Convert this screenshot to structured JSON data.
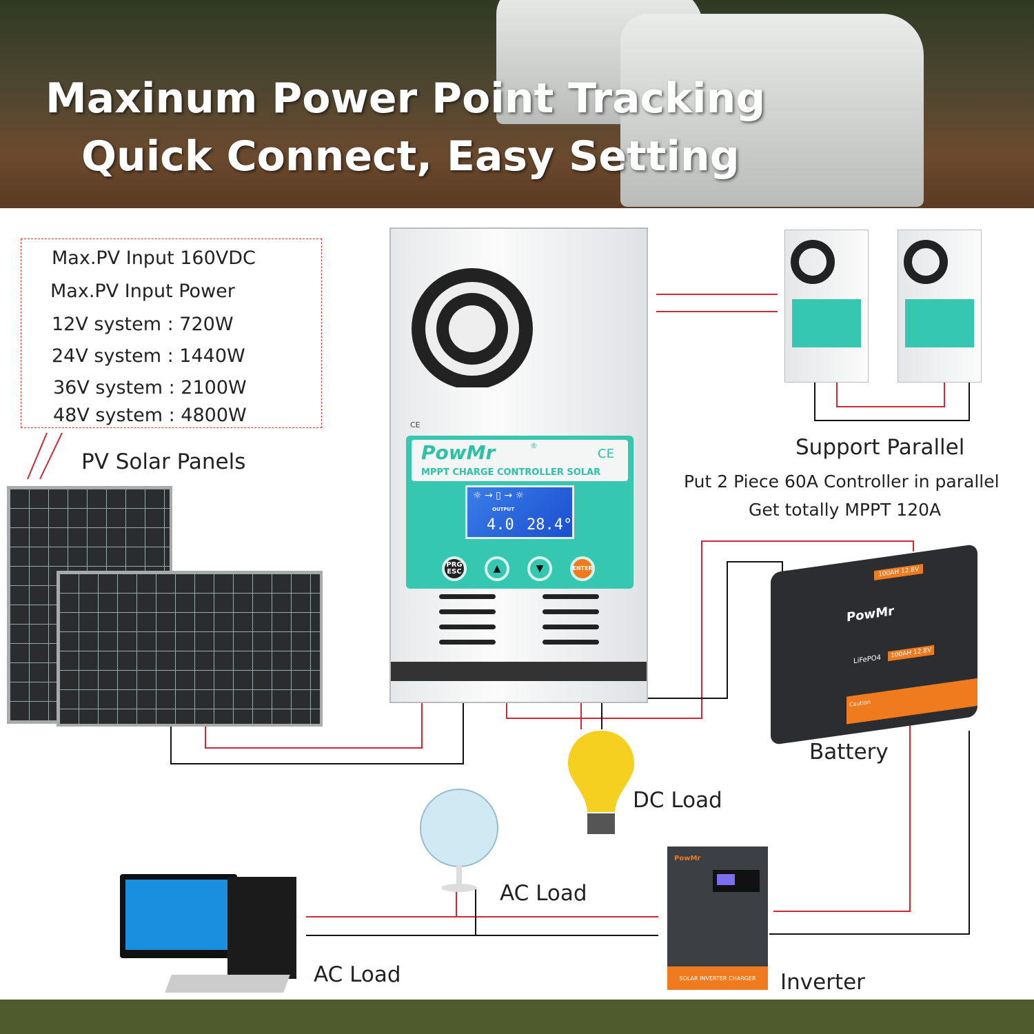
{
  "header": {
    "title_line1": "Maxinum Power Point Tracking",
    "title_line2": "Quick Connect, Easy Setting"
  },
  "specs": {
    "items": [
      "Max.PV Input 160VDC",
      "Max.PV Input Power",
      "12V system :  720W",
      "24V system :  1440W",
      "36V system :  2100W",
      "48V system :  4800W"
    ]
  },
  "labels": {
    "pv_panels": "PV Solar Panels",
    "support_parallel": "Support Parallel",
    "parallel_line1": "Put 2 Piece 60A Controller in parallel",
    "parallel_line2": "Get totally MPPT 120A",
    "battery": "Battery",
    "dc_load": "DC Load",
    "ac_load_fan": "AC Load",
    "ac_load_pc": "AC Load",
    "inverter": "Inverter"
  },
  "controller": {
    "brand": "PowMr",
    "registered": "®",
    "ce": "CE",
    "subtitle": "MPPT CHARGE CONTROLLER SOLAR",
    "lcd_label": "OUTPUT",
    "lcd_value_left": "4.0",
    "lcd_value_right": "28.4°",
    "buttons": [
      "PRG ESC",
      "▲",
      "▼",
      "ENTER"
    ]
  },
  "battery_device": {
    "brand": "PowMr",
    "top_label": "100AH 12.8V",
    "chem": "LiFePO4",
    "rating": "100AH 12.8V",
    "caution": "Caution"
  },
  "inverter_device": {
    "brand": "PowMr",
    "band": "SOLAR INVERTER CHARGER"
  },
  "colors": {
    "accent_teal": "#35c7b0",
    "wire_red": "#d0283a",
    "wire_black": "#111111",
    "orange": "#f07a1e",
    "footer": "#4f5b2c"
  }
}
